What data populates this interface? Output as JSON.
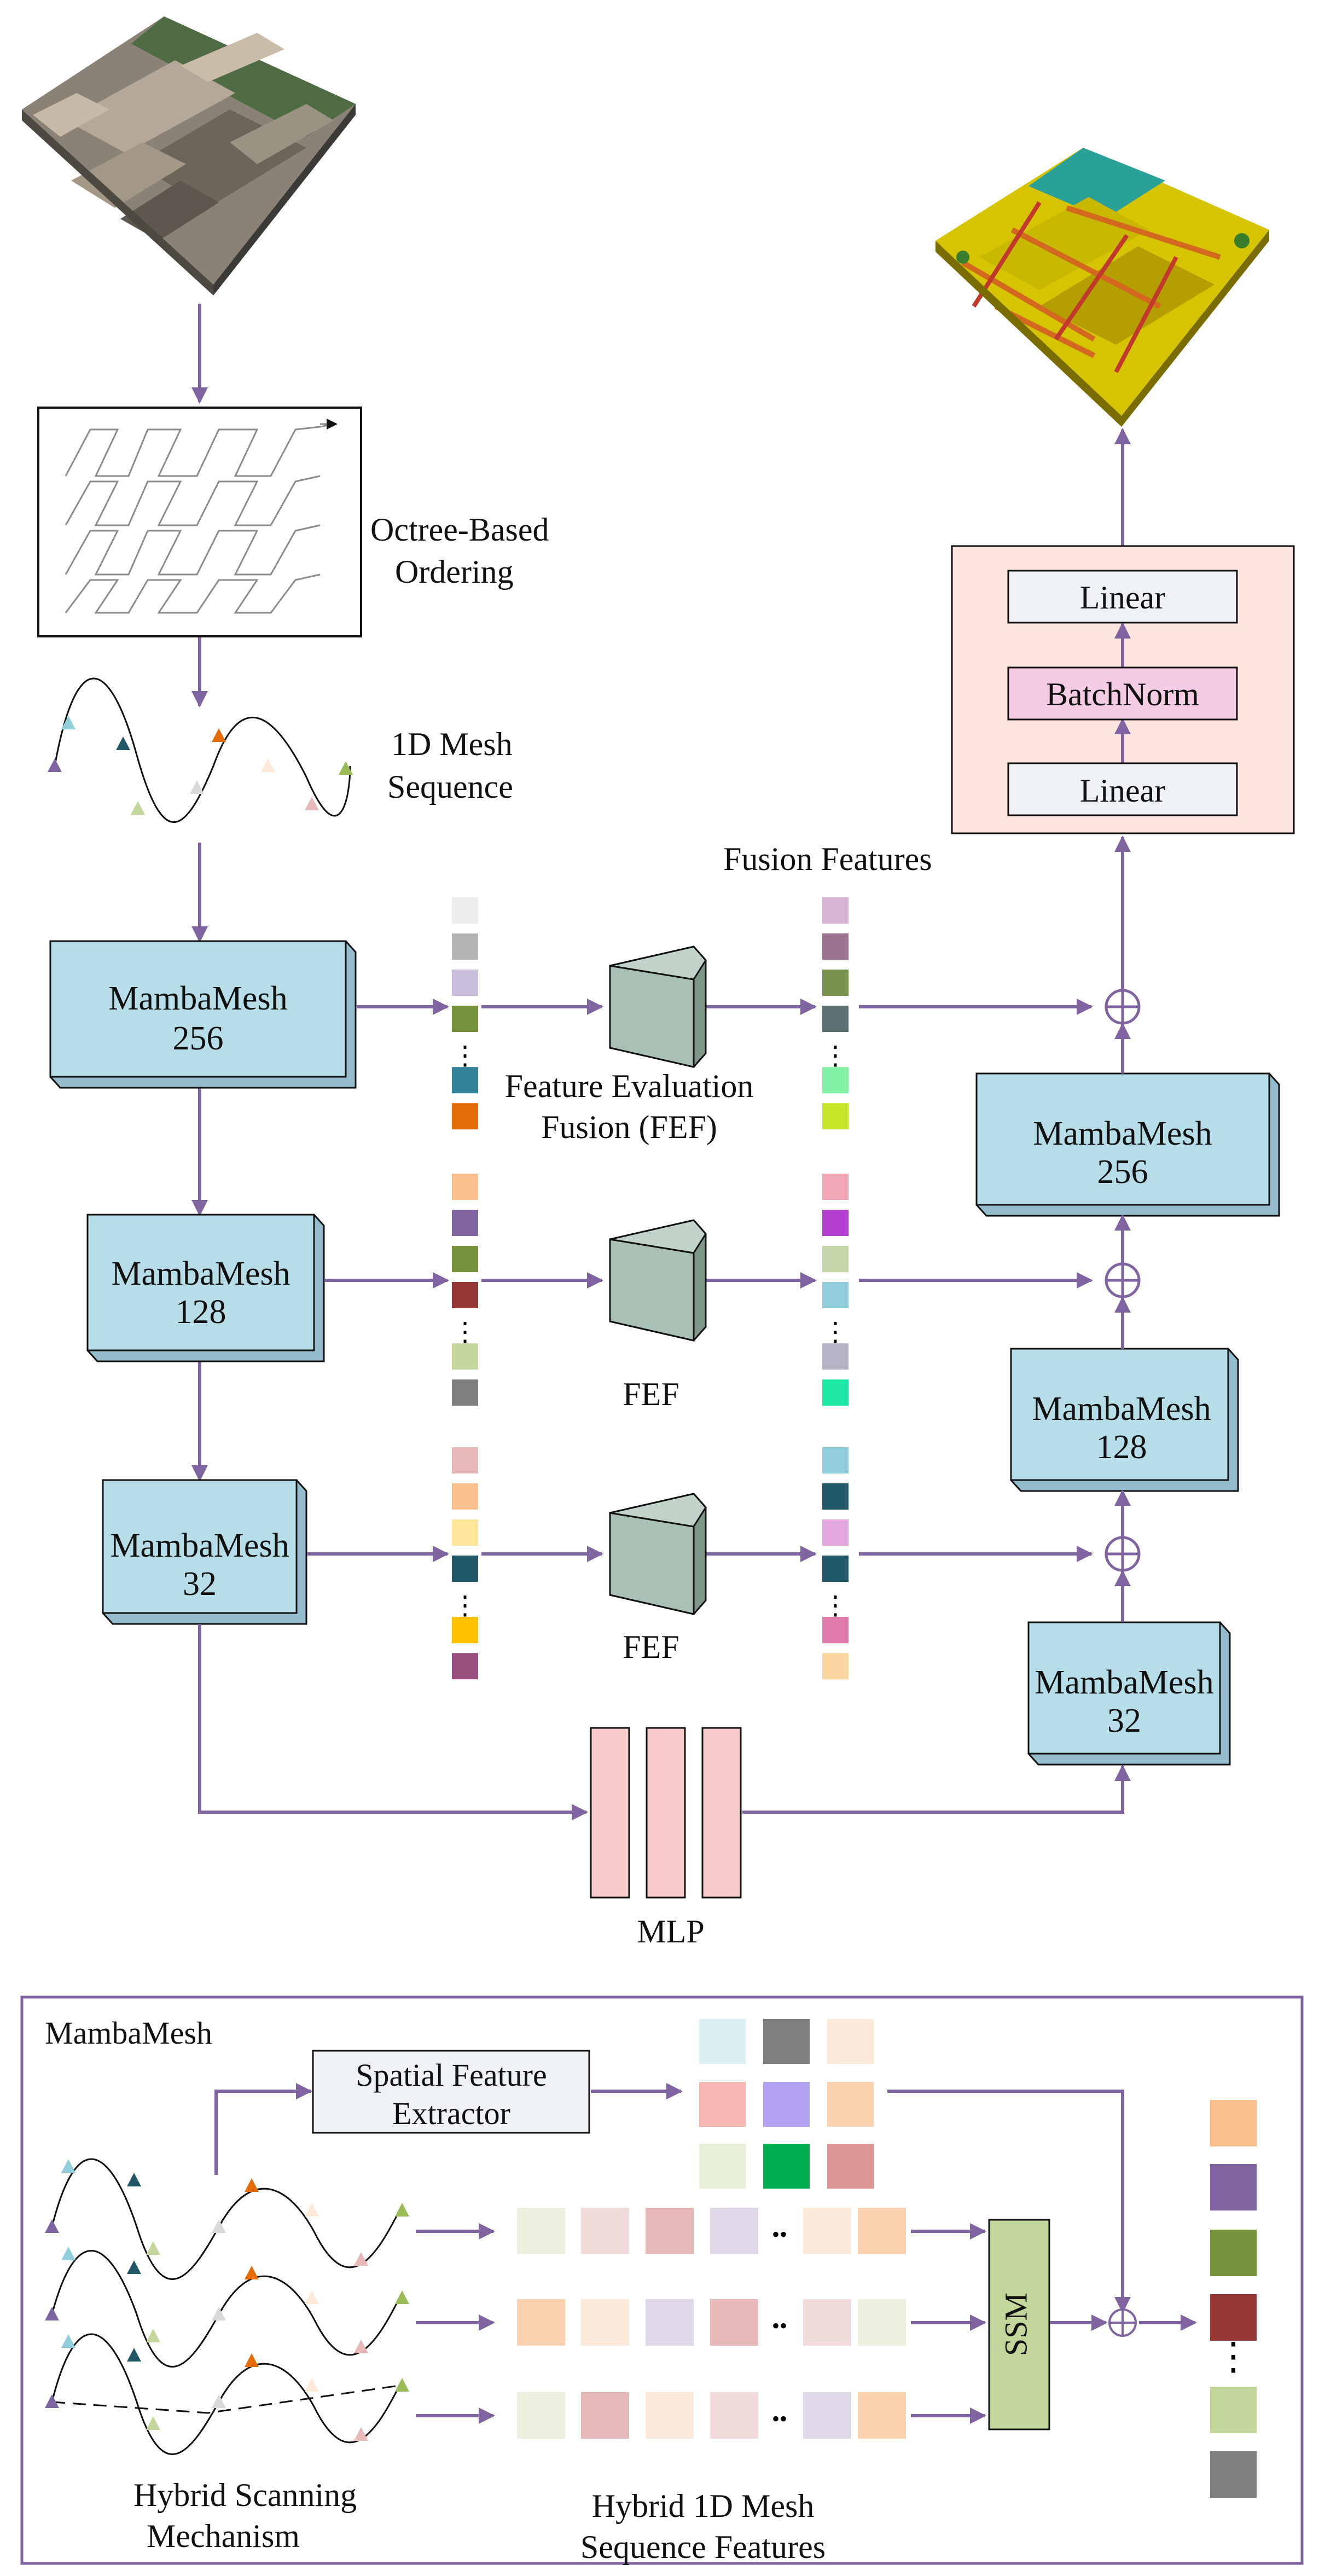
{
  "labels": {
    "octree_line1": "Octree-Based",
    "octree_line2": "Ordering",
    "seq_line1": "1D Mesh",
    "seq_line2": "Sequence",
    "fusion_features": "Fusion Features",
    "fef_line1": "Feature Evaluation",
    "fef_line2": "Fusion (FEF)",
    "fef_short": "FEF",
    "mlp": "MLP",
    "mambamesh": "MambaMesh",
    "n256": "256",
    "n128": "128",
    "n32": "32",
    "linear": "Linear",
    "batchnorm": "BatchNorm",
    "inset_title": "MambaMesh",
    "sfe_line1": "Spatial Feature",
    "sfe_line2": "Extractor",
    "ssm": "SSM",
    "hsm_line1": "Hybrid Scanning",
    "hsm_line2": "Mechanism",
    "hseq_line1": "Hybrid 1D Mesh",
    "hseq_line2": "Sequence Features",
    "ellipsis_v": "⋮",
    "ellipsis_h": "••"
  },
  "colors": {
    "arrow": "#8064a2",
    "block_fill": "#b7dde8",
    "fef_fill": "#a9c1b4",
    "mlp_fill": "#f8cbcb",
    "head_fill": "#fbe5de",
    "linear_fill": "#eef2f7",
    "batchnorm_fill": "#f4cce3",
    "ssm_fill": "#c3d69b",
    "sfe_fill": "#eef2f7"
  },
  "features": {
    "enc256": [
      "#eeeeee",
      "#b5b5b5",
      "#c9bfdd",
      "#76923c",
      "#31849b",
      "#e36c09"
    ],
    "enc128": [
      "#fac090",
      "#8064a2",
      "#76923c",
      "#953735",
      "#c3d69b",
      "#7f7f7f"
    ],
    "enc32": [
      "#e6b9b8",
      "#fac090",
      "#ffe699",
      "#215868",
      "#ffc000",
      "#984f7e"
    ],
    "fus256": [
      "#d9b3d6",
      "#9a7390",
      "#76924c",
      "#5b7070",
      "#84f2a4",
      "#c6e62a"
    ],
    "fus128": [
      "#f0a8b6",
      "#b33dce",
      "#c6d6a8",
      "#92cddc",
      "#b8b4c8",
      "#1ee8a6"
    ],
    "fus32": [
      "#92cddc",
      "#215868",
      "#e6a8e0",
      "#215868",
      "#e07aab",
      "#fad7a0"
    ],
    "sfe_grid": [
      "#daeef3",
      "#7f7f7f",
      "#fde9d9",
      "#f7b8b4",
      "#b3a2f2",
      "#fad2b0",
      "#e6efda",
      "#00b050",
      "#da9694"
    ],
    "seq_row1": [
      "#ebf1de",
      "#f2dcdb",
      "#e6b9b8",
      "#dfd8e8",
      "#fde9d9",
      "#fad2b0"
    ],
    "seq_row2": [
      "#fad2b0",
      "#fde9d9",
      "#dfd8e8",
      "#e6b9b8",
      "#f2dcdb",
      "#ebf1de"
    ],
    "seq_row3": [
      "#ebf1de",
      "#e6b9b8",
      "#fde9d9",
      "#f2dcdb",
      "#dfd8e8",
      "#fad2b0"
    ],
    "output": [
      "#fac090",
      "#8064a2",
      "#76923c",
      "#953735",
      "#c3d69b",
      "#7f7f7f"
    ]
  },
  "sequence_markers": [
    "#8064a2",
    "#92cddc",
    "#215868",
    "#c3d69b",
    "#d9d9d9",
    "#e36c09",
    "#fde9d9",
    "#e6b9b8",
    "#9bbb59"
  ]
}
